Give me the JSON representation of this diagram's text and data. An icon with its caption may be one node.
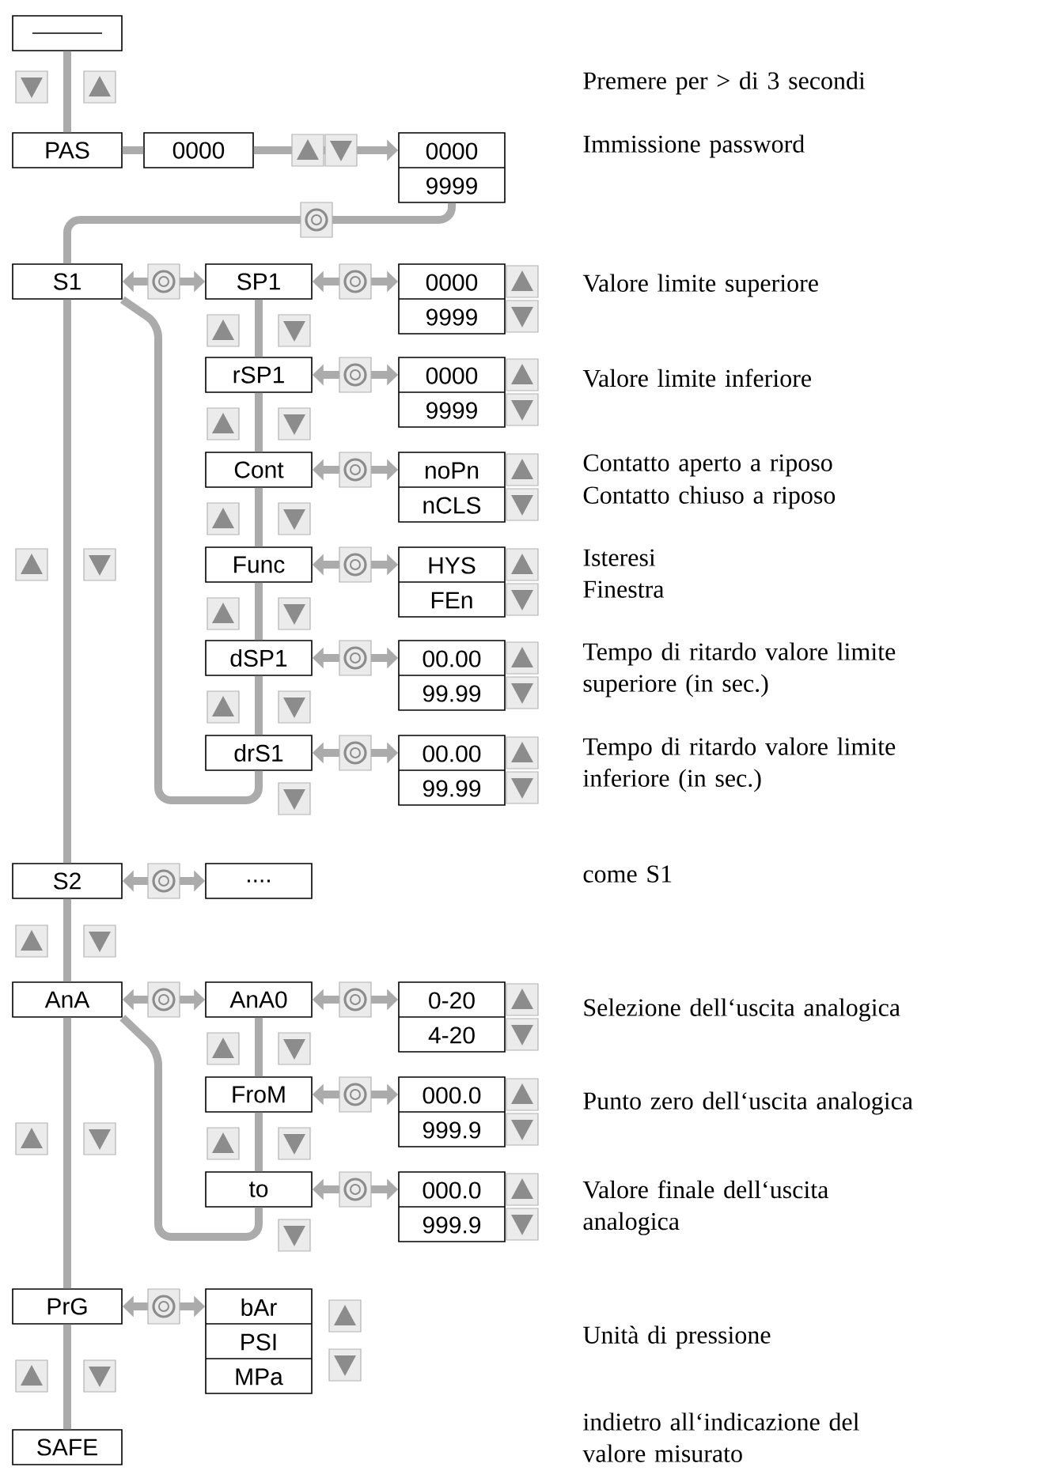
{
  "diagram": {
    "nodes": [
      {
        "text": [],
        "shape": "box"
      },
      {
        "text": [
          "PAS"
        ]
      },
      {
        "text": [
          "0000"
        ]
      },
      {
        "text": [
          "0000",
          "9999"
        ]
      },
      {
        "text": [
          "S1"
        ]
      },
      {
        "text": [
          "SP1"
        ]
      },
      {
        "text": [
          "0000",
          "9999"
        ]
      },
      {
        "text": [
          "rSP1"
        ]
      },
      {
        "text": [
          "0000",
          "9999"
        ]
      },
      {
        "text": [
          "Cont"
        ]
      },
      {
        "text": [
          "noPn",
          "nCLS"
        ]
      },
      {
        "text": [
          "Func"
        ]
      },
      {
        "text": [
          "HYS",
          "FEn"
        ]
      },
      {
        "text": [
          "dSP1"
        ]
      },
      {
        "text": [
          "00.00",
          "99.99"
        ]
      },
      {
        "text": [
          "drS1"
        ]
      },
      {
        "text": [
          "00.00",
          "99.99"
        ]
      },
      {
        "text": [
          "S2"
        ]
      },
      {
        "text": [
          "...."
        ]
      },
      {
        "text": [
          "AnA"
        ]
      },
      {
        "text": [
          "AnA0"
        ]
      },
      {
        "text": [
          "0-20",
          "4-20"
        ]
      },
      {
        "text": [
          "FroM"
        ]
      },
      {
        "text": [
          "000.0",
          "999.9"
        ]
      },
      {
        "text": [
          "to"
        ]
      },
      {
        "text": [
          "000.0",
          "999.9"
        ]
      },
      {
        "text": [
          "PrG"
        ]
      },
      {
        "text": [
          "bAr",
          "PSI",
          "MPa"
        ]
      },
      {
        "text": [
          "SAFE"
        ]
      }
    ],
    "edges": [
      {
        "from": 0,
        "to": 1,
        "arrow": "none"
      },
      {
        "from": 1,
        "to": 2,
        "arrow": "none"
      },
      {
        "from": 2,
        "to": 3,
        "arrow": "to"
      },
      {
        "from": 3,
        "to": 4,
        "arrow": "none"
      },
      {
        "from": 4,
        "to": 5,
        "arrow": "both"
      },
      {
        "from": 5,
        "to": 6,
        "arrow": "both"
      },
      {
        "from": 5,
        "to": 7,
        "arrow": "none"
      },
      {
        "from": 7,
        "to": 8,
        "arrow": "both"
      },
      {
        "from": 7,
        "to": 9,
        "arrow": "none"
      },
      {
        "from": 9,
        "to": 10,
        "arrow": "both"
      },
      {
        "from": 9,
        "to": 11,
        "arrow": "none"
      },
      {
        "from": 11,
        "to": 12,
        "arrow": "both"
      },
      {
        "from": 11,
        "to": 13,
        "arrow": "none"
      },
      {
        "from": 13,
        "to": 14,
        "arrow": "both"
      },
      {
        "from": 13,
        "to": 15,
        "arrow": "none"
      },
      {
        "from": 15,
        "to": 16,
        "arrow": "both"
      },
      {
        "from": 15,
        "to": 4,
        "arrow": "none"
      },
      {
        "from": 4,
        "to": 17,
        "arrow": "none"
      },
      {
        "from": 17,
        "to": 18,
        "arrow": "both"
      },
      {
        "from": 17,
        "to": 19,
        "arrow": "none"
      },
      {
        "from": 19,
        "to": 20,
        "arrow": "both"
      },
      {
        "from": 20,
        "to": 21,
        "arrow": "both"
      },
      {
        "from": 20,
        "to": 22,
        "arrow": "none"
      },
      {
        "from": 22,
        "to": 23,
        "arrow": "both"
      },
      {
        "from": 22,
        "to": 24,
        "arrow": "none"
      },
      {
        "from": 24,
        "to": 25,
        "arrow": "both"
      },
      {
        "from": 24,
        "to": 19,
        "arrow": "none"
      },
      {
        "from": 19,
        "to": 26,
        "arrow": "none"
      },
      {
        "from": 26,
        "to": 27,
        "arrow": "both"
      },
      {
        "from": 26,
        "to": 28,
        "arrow": "none"
      }
    ],
    "labels": [
      "Premere per > di 3 secondi",
      "Immissione password",
      "Valore limite superiore",
      "Valore limite inferiore",
      "Contatto aperto a riposo",
      "Contatto chiuso a riposo",
      "Isteresi",
      "Finestra",
      "Tempo di ritardo valore limite superiore (in sec.)",
      "Tempo di ritardo valore limite inferiore (in sec.)",
      "come S1",
      "Selezione dell‘uscita analogica",
      "Punto zero dell‘uscita analogica",
      "Valore finale dell‘uscita analogica",
      "Unità di pressione",
      "indietro all‘indicazione del valore misurato"
    ]
  }
}
